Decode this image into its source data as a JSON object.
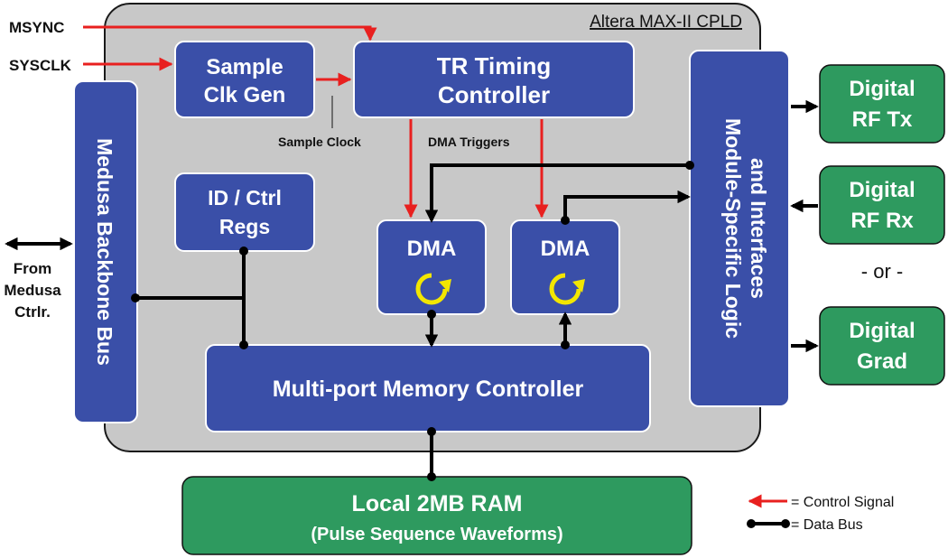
{
  "diagram": {
    "cpld_label": "Altera MAX-II CPLD",
    "inputs": {
      "msync": "MSYNC",
      "sysclk": "SYSCLK",
      "from_ctrlr": [
        "From",
        "Medusa",
        "Ctrlr."
      ]
    },
    "blocks": {
      "sample_clk_gen": [
        "Sample",
        "Clk Gen"
      ],
      "tr_timing": [
        "TR Timing",
        "Controller"
      ],
      "backbone_bus": "Medusa Backbone Bus",
      "id_ctrl_regs": [
        "ID / Ctrl",
        "Regs"
      ],
      "dma_left": "DMA",
      "dma_right": "DMA",
      "memory_controller": "Multi-port Memory Controller",
      "module_logic": [
        "Module-Specific Logic",
        "and Interfaces"
      ],
      "local_ram": [
        "Local 2MB RAM",
        "(Pulse Sequence Waveforms)"
      ]
    },
    "annotations": {
      "sample_clock": "Sample Clock",
      "dma_triggers": "DMA Triggers"
    },
    "outputs": {
      "rf_tx": [
        "Digital",
        "RF Tx"
      ],
      "rf_rx": [
        "Digital",
        "RF Rx"
      ],
      "or_text": "- or -",
      "grad": [
        "Digital",
        "Grad"
      ]
    },
    "legend": {
      "control": "= Control Signal",
      "data": "= Data Bus"
    },
    "colors": {
      "blue_block": "#3a4fa8",
      "green_block": "#2e9a5f",
      "cpld_bg": "#c8c8c8",
      "control_signal": "#e8201f",
      "data_bus": "#000000",
      "dma_icon": "#f2e600"
    }
  }
}
